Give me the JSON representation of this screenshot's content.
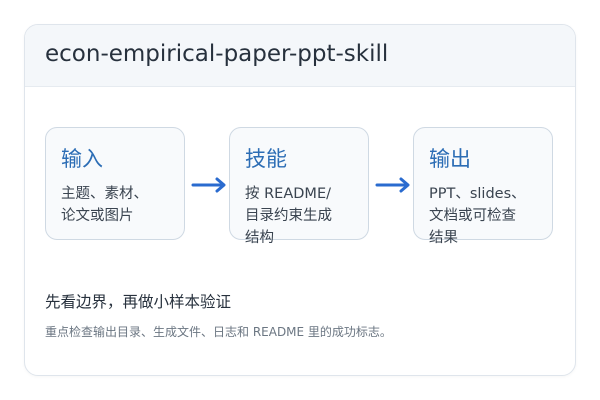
{
  "card": {
    "title": "econ-empirical-paper-ppt-skill"
  },
  "steps": [
    {
      "title": "输入",
      "desc": "主题、素材、\n论文或图片"
    },
    {
      "title": "技能",
      "desc": "按 README/\n目录约束生成\n结构"
    },
    {
      "title": "输出",
      "desc": "PPT、slides、\n文档或可检查\n结果"
    }
  ],
  "note": {
    "title": "先看边界，再做小样本验证",
    "body": "重点检查输出目录、生成文件、日志和 README 里的成功标志。"
  },
  "colors": {
    "accent": "#2c6db5",
    "arrow": "#2a6bcf",
    "header_bg": "#f4f7fa",
    "step_bg": "#f8fafc",
    "border": "#cfd9e3"
  }
}
